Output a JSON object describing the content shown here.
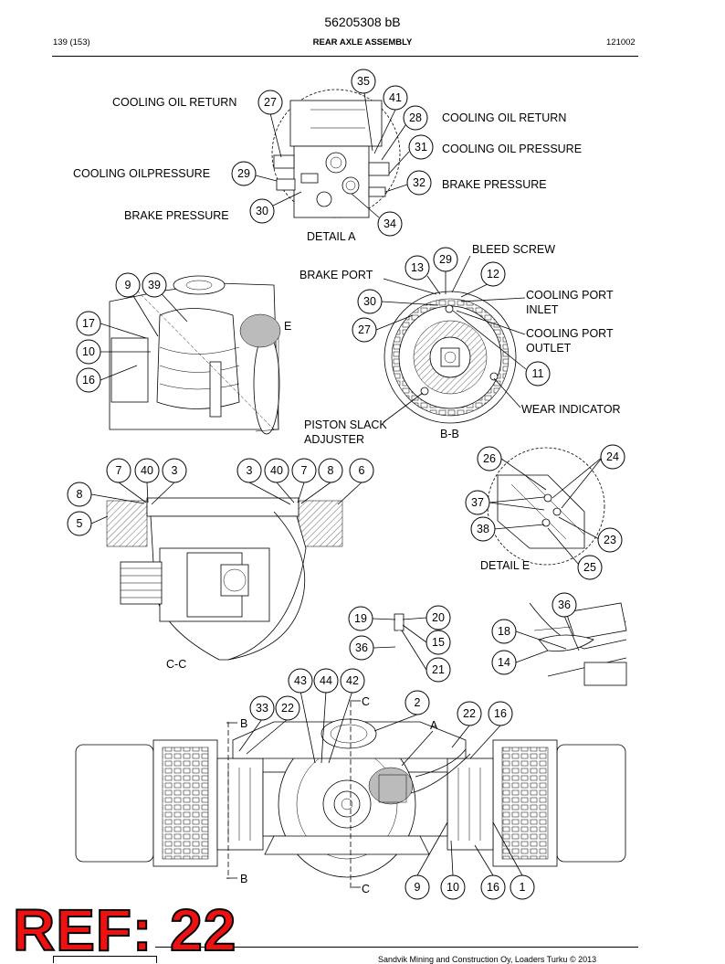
{
  "header": {
    "doc_id": "56205308 bB",
    "page": "139 (153)",
    "title": "REAR AXLE ASSEMBLY",
    "code": "121002"
  },
  "detail_a": {
    "caption": "DETAIL A",
    "labels": {
      "cooling_oil_return_left": "COOLING OIL RETURN",
      "cooling_oil_pressure_left": "COOLING OILPRESSURE",
      "brake_pressure_left": "BRAKE PRESSURE",
      "cooling_oil_return_right": "COOLING OIL RETURN",
      "cooling_oil_pressure_right": "COOLING OIL PRESSURE",
      "brake_pressure_right": "BRAKE PRESSURE"
    },
    "balloons": [
      "35",
      "41",
      "28",
      "31",
      "32",
      "34",
      "27",
      "29",
      "30"
    ]
  },
  "view_e": {
    "marker": "E",
    "balloons": [
      "9",
      "39",
      "17",
      "10",
      "16"
    ]
  },
  "section_bb": {
    "caption": "B-B",
    "labels": {
      "bleed_screw": "BLEED SCREW",
      "brake_port": "BRAKE PORT",
      "cooling_port_inlet_1": "COOLING PORT",
      "cooling_port_inlet_2": "INLET",
      "cooling_port_outlet_1": "COOLING PORT",
      "cooling_port_outlet_2": "OUTLET",
      "wear_indicator": "WEAR INDICATOR",
      "piston_slack_1": "PISTON SLACK",
      "piston_slack_2": "ADJUSTER"
    },
    "balloons": [
      "13",
      "29",
      "12",
      "30",
      "27",
      "11"
    ]
  },
  "detail_e": {
    "caption": "DETAIL E",
    "balloons": [
      "26",
      "24",
      "37",
      "38",
      "23",
      "25"
    ]
  },
  "section_cc": {
    "caption": "C-C",
    "balloons": [
      "7",
      "40",
      "3",
      "8",
      "5",
      "3",
      "40",
      "7",
      "8",
      "6"
    ]
  },
  "detail_hose": {
    "balloons": [
      "19",
      "20",
      "15",
      "36",
      "21"
    ]
  },
  "detail_right": {
    "balloons": [
      "36",
      "18",
      "14"
    ]
  },
  "main_view": {
    "section_marks": {
      "b_top": "B",
      "b_bottom": "B",
      "c_top": "C",
      "c_bottom": "C",
      "a": "A"
    },
    "balloons": [
      "43",
      "44",
      "42",
      "33",
      "22",
      "2",
      "22",
      "16",
      "9",
      "10",
      "16",
      "1"
    ]
  },
  "overlay": {
    "ref": "REF: 22"
  },
  "footer": {
    "copyright": "Sandvik Mining and Construction Oy, Loaders Turku © 2013"
  }
}
